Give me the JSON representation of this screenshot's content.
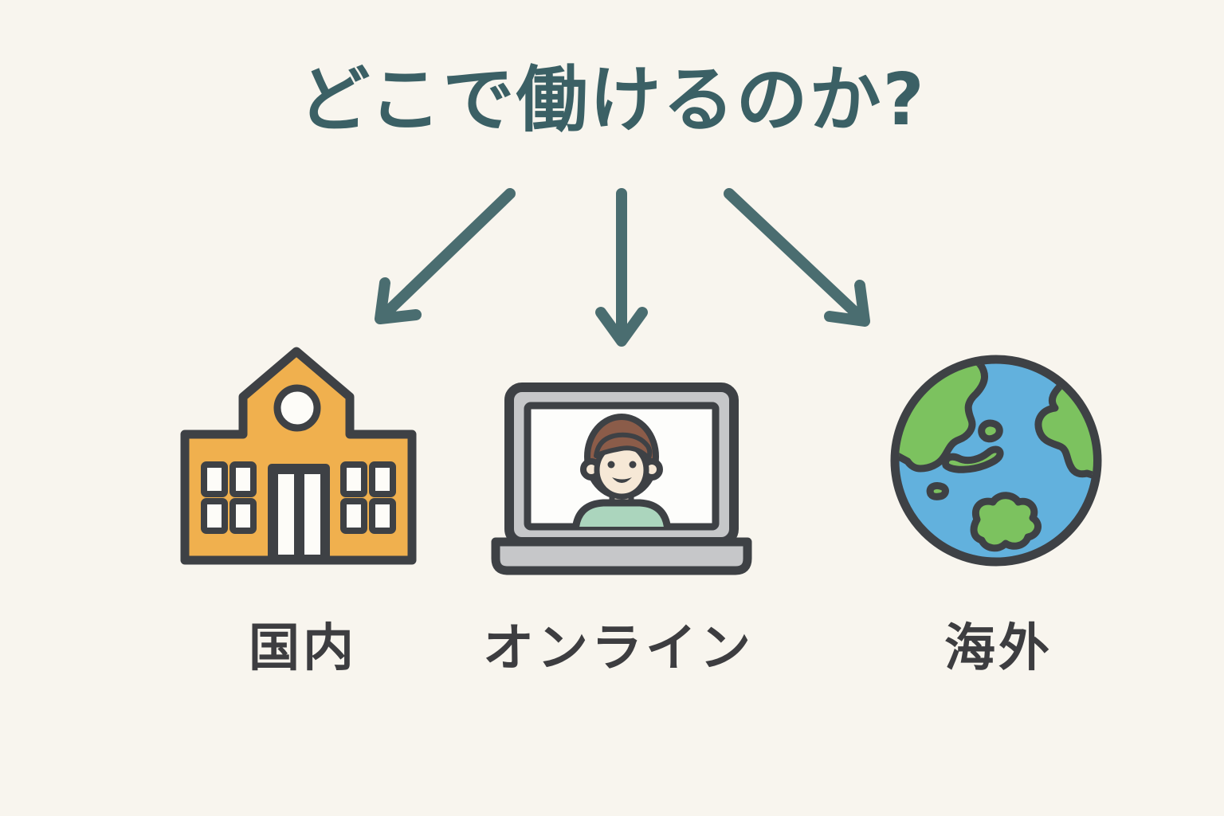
{
  "title": {
    "text": "どこで働けるのか?"
  },
  "options": [
    {
      "id": "domestic",
      "label": "国内",
      "icon": "school-building-icon"
    },
    {
      "id": "online",
      "label": "オンライン",
      "icon": "laptop-video-call-icon"
    },
    {
      "id": "overseas",
      "label": "海外",
      "icon": "globe-icon"
    }
  ],
  "colors": {
    "background": "#f8f5ee",
    "title_teal": "#3b6065",
    "arrow_teal": "#4a6d70",
    "outline_dark": "#3e4145",
    "label_dark": "#3d3d40",
    "school_yellow": "#f0b04e",
    "window_white": "#fdfcf8",
    "laptop_gray": "#c6c7c9",
    "screen_white": "#fdfdfb",
    "skin": "#f6e8d6",
    "hair_brown": "#8b5c49",
    "shirt_green": "#abd5bd",
    "globe_blue": "#62b1dd",
    "globe_green": "#7cc25f"
  }
}
